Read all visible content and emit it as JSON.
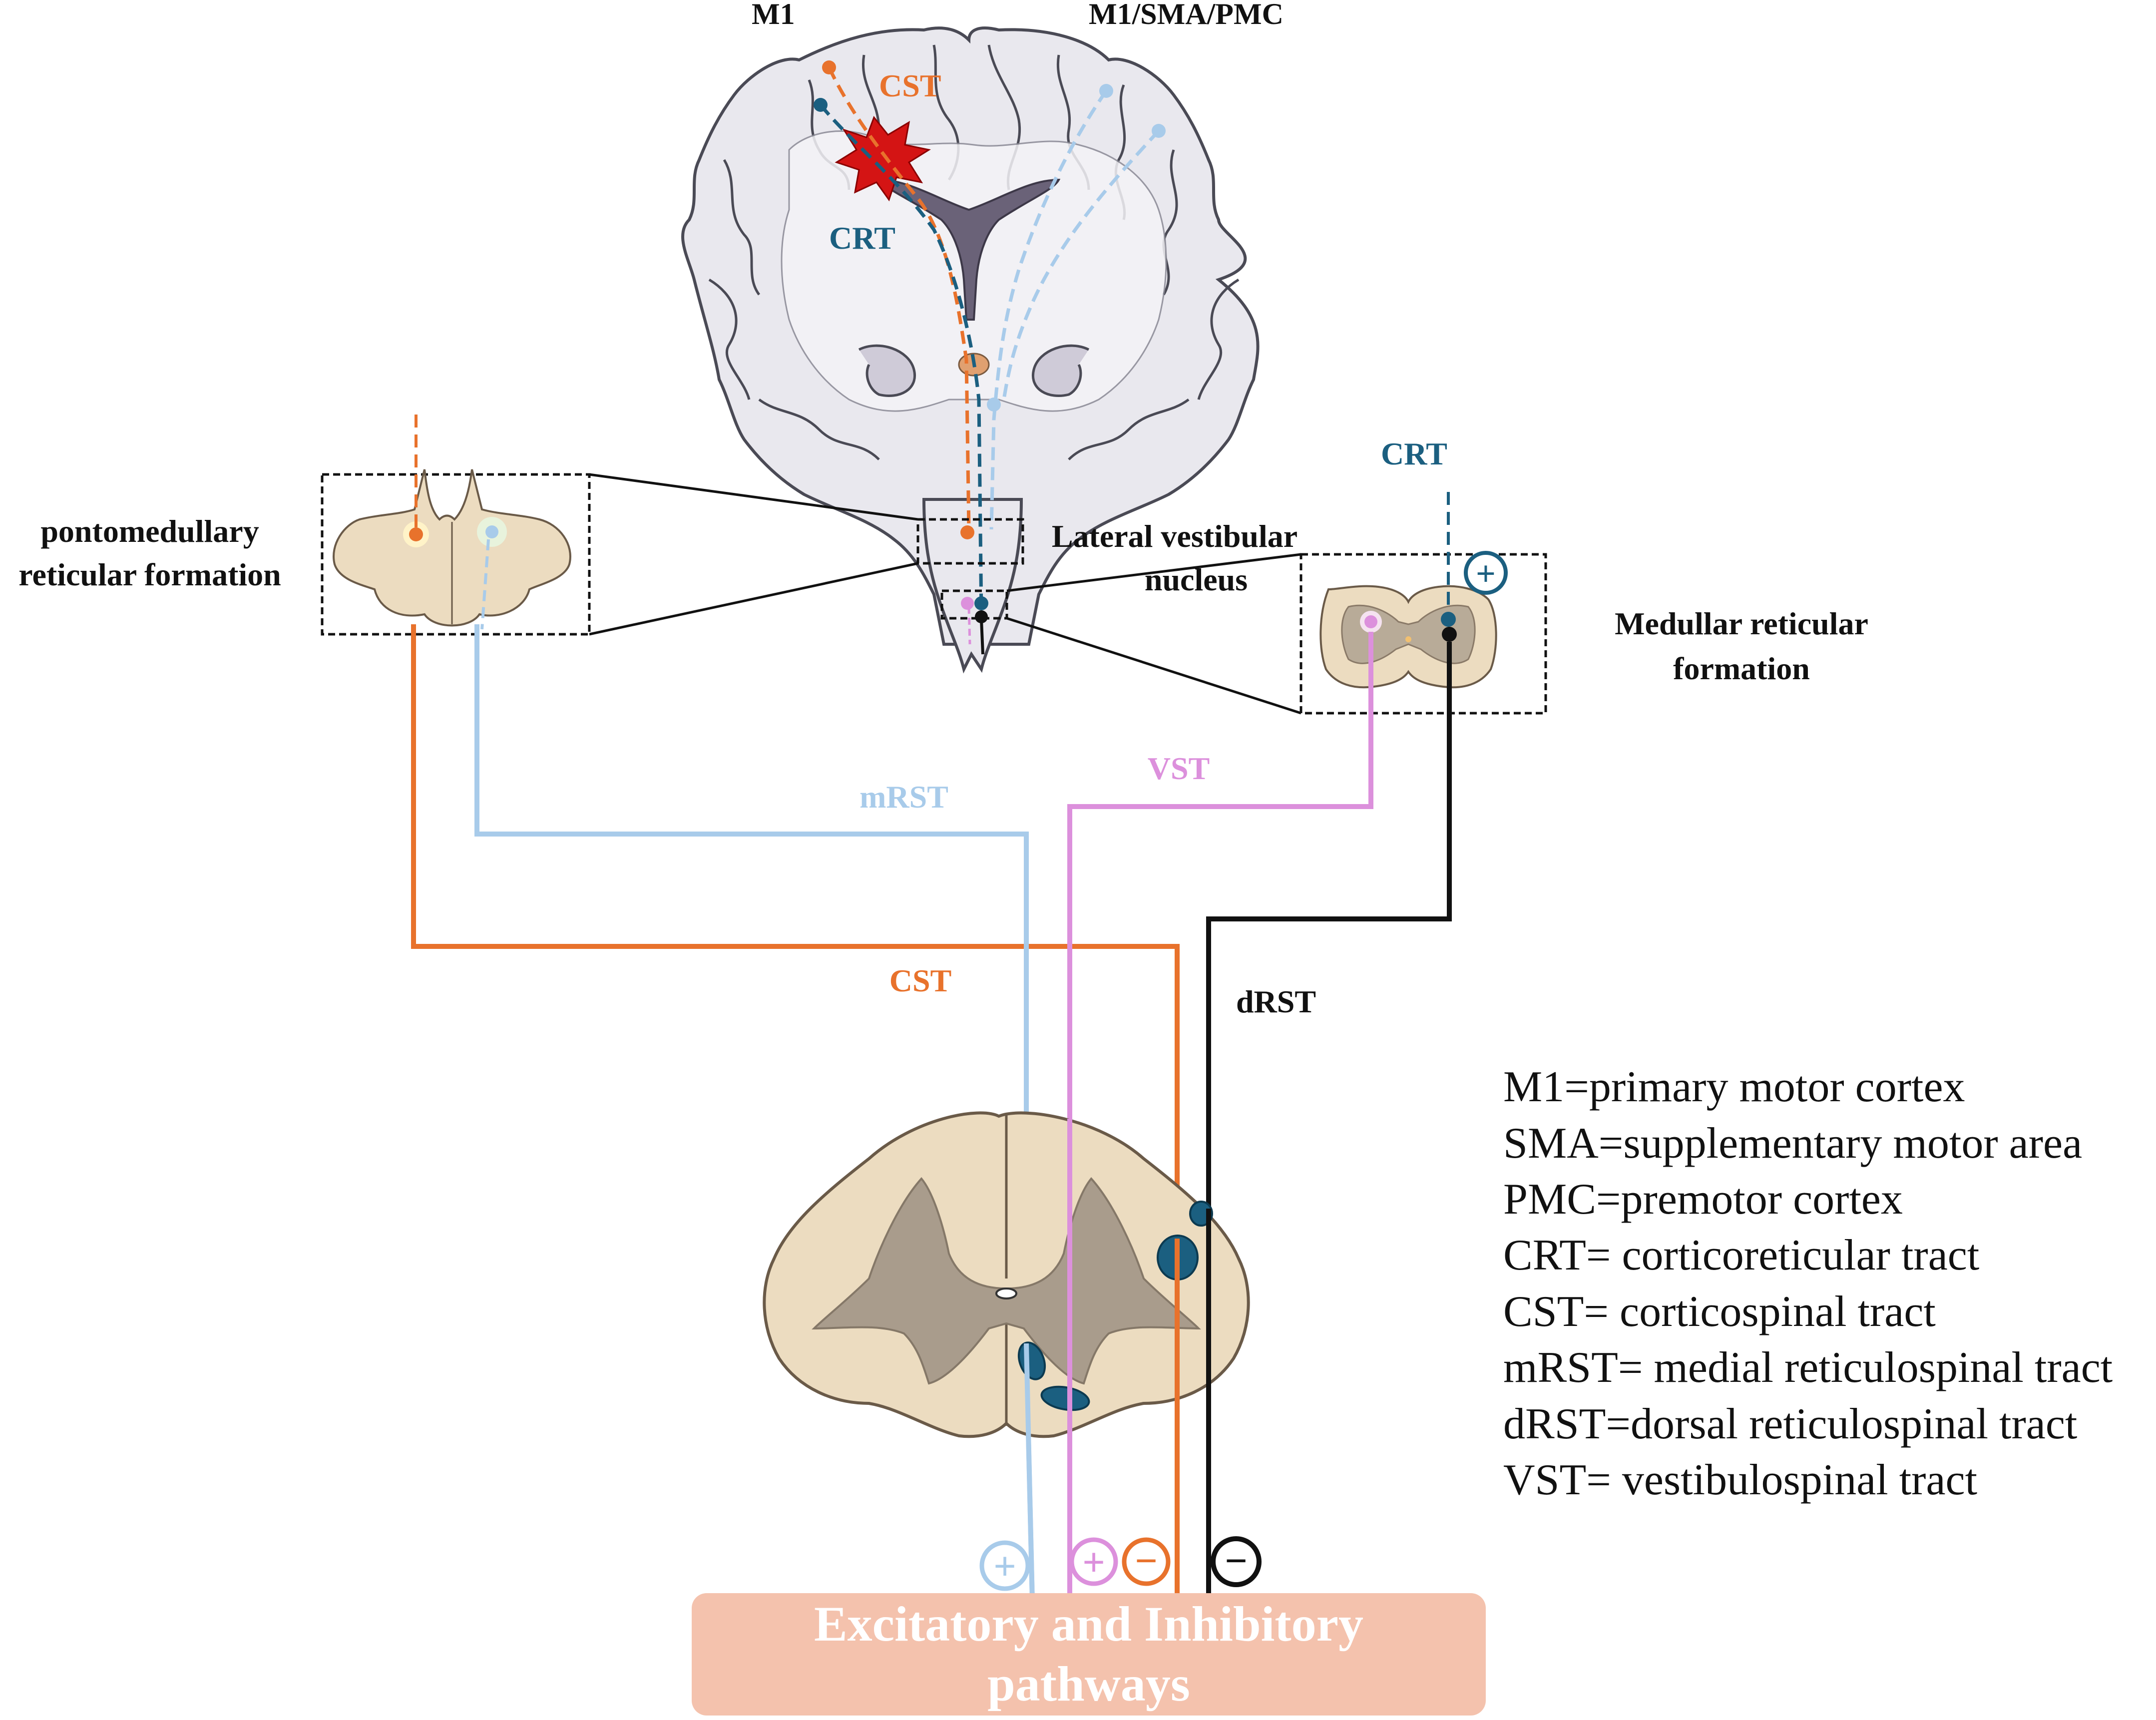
{
  "labels": {
    "m1": "M1",
    "m1_sma_pmc": "M1/SMA/PMC",
    "cst_brain": "CST",
    "crt_brain": "CRT",
    "crt_right": "CRT",
    "pontomedullary_1": "pontomedullary",
    "pontomedullary_2": "reticular formation",
    "lateral_vestibular_1": "Lateral vestibular",
    "lateral_vestibular_2": "nucleus",
    "medullar_reticular_1": "Medullar reticular",
    "medullar_reticular_2": "formation",
    "mrst": "mRST",
    "vst": "VST",
    "cst_tract": "CST",
    "drst": "dRST",
    "plus": "+",
    "minus": "−"
  },
  "legend": [
    "M1=primary motor cortex",
    "SMA=supplementary motor area",
    "PMC=premotor cortex",
    "CRT= corticoreticular tract",
    "CST= corticospinal tract",
    "mRST= medial reticulospinal tract",
    "dRST=dorsal reticulospinal tract",
    "VST= vestibulospinal tract"
  ],
  "bottom_box": {
    "line1": "Excitatory and Inhibitory",
    "line2": "pathways"
  },
  "colors": {
    "cst": "#e8722c",
    "crt": "#1b5f80",
    "mrst": "#a8cbea",
    "vst": "#dc90dc",
    "drst": "#111111",
    "tissue": "#ecdcc0",
    "grey_matter": "#a99c8c",
    "brain": "#e9e8ee",
    "bottom_box": "#f4c2ad",
    "lesion": "#d41414"
  }
}
